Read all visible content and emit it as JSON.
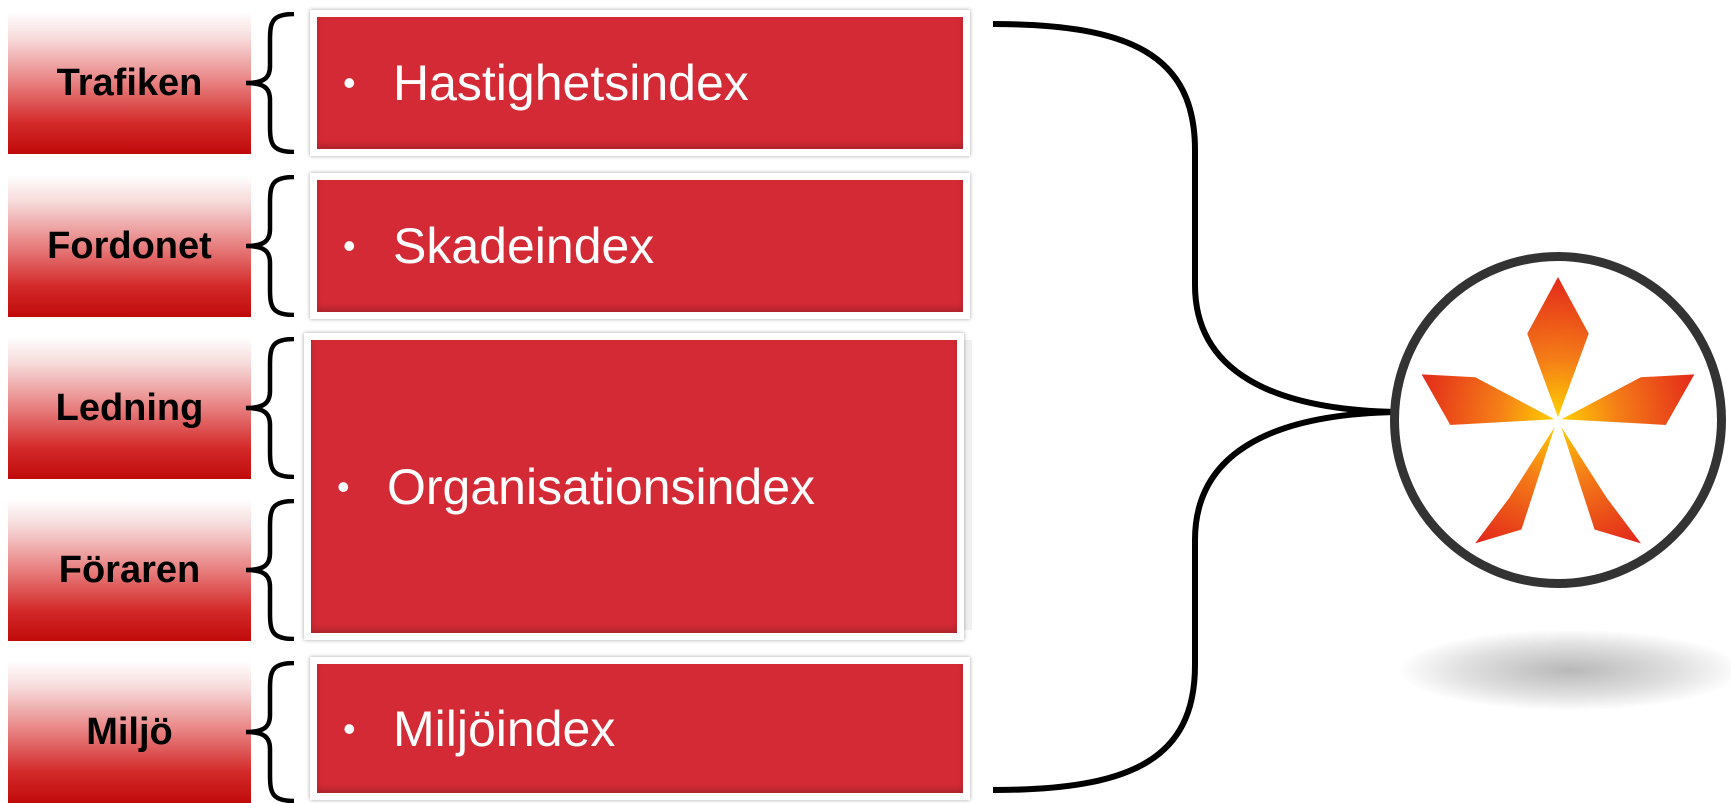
{
  "rows": [
    {
      "label": "Trafiken"
    },
    {
      "label": "Fordonet"
    },
    {
      "label": "Ledning"
    },
    {
      "label": "Föraren"
    },
    {
      "label": "Miljö"
    }
  ],
  "indices": [
    {
      "bullet": "•",
      "text": "Hastighetsindex"
    },
    {
      "bullet": "•",
      "text": "Skadeindex"
    },
    {
      "bullet": "•",
      "text": "Organisationsindex"
    },
    {
      "bullet": "•",
      "text": "Miljöindex"
    }
  ],
  "logo": {
    "icon": "star-logo-icon",
    "colors": [
      "#ffd400",
      "#f26b1d",
      "#e2231a"
    ]
  },
  "colors": {
    "index_fill": "#d42a35",
    "label_gradient_bottom": "#c00a0a"
  }
}
